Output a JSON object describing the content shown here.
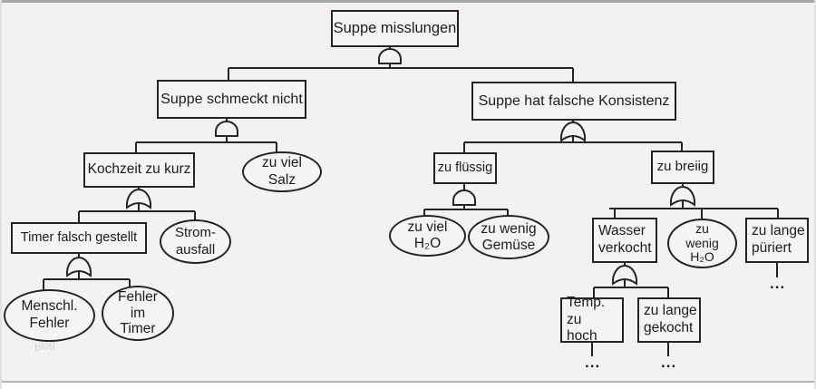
{
  "diagram": {
    "nodes": {
      "root": {
        "label": "Suppe misslungen"
      },
      "schmeckt_nicht": {
        "label": "Suppe schmeckt nicht"
      },
      "konsistenz": {
        "label": "Suppe hat falsche Konsistenz"
      },
      "kochzeit_zu_kurz": {
        "label": "Kochzeit zu kurz"
      },
      "zu_viel_salz": {
        "label": "zu viel\nSalz"
      },
      "timer_falsch_gestellt": {
        "label": "Timer falsch gestellt"
      },
      "stromausfall": {
        "label": "Strom-\nausfall"
      },
      "menschl_fehler": {
        "label": "Menschl.\nFehler"
      },
      "fehler_im_timer": {
        "label": "Fehler\nim\nTimer"
      },
      "zu_fluessig": {
        "label": "zu flüssig"
      },
      "zu_viel_h2o": {
        "label": "zu viel\nH₂O"
      },
      "zu_wenig_gemuese": {
        "label": "zu wenig\nGemüse"
      },
      "zu_breiig": {
        "label": "zu breiig"
      },
      "wasser_verkocht": {
        "label": "Wasser\nverkocht"
      },
      "zu_wenig_h2o": {
        "label": "zu\nwenig\nH₂O"
      },
      "zu_lange_pueriert": {
        "label": "zu lange\npüriert"
      },
      "temp_zu_hoch": {
        "label": "Temp. zu\nhoch"
      },
      "zu_lange_gekocht": {
        "label": "zu lange\ngekocht"
      }
    },
    "gates": [
      {
        "under": "Suppe misslungen",
        "type": "and"
      },
      {
        "under": "Suppe schmeckt nicht",
        "type": "and"
      },
      {
        "under": "Suppe hat falsche Konsistenz",
        "type": "or"
      },
      {
        "under": "Kochzeit zu kurz",
        "type": "or"
      },
      {
        "under": "Timer falsch gestellt",
        "type": "or"
      },
      {
        "under": "zu flüssig",
        "type": "and"
      },
      {
        "under": "zu breiig",
        "type": "or"
      },
      {
        "under": "Wasser verkocht",
        "type": "or"
      }
    ],
    "ellipsis": "...",
    "watermark": "blog",
    "colors": {
      "line": "#242424",
      "background": "#f3f2f0",
      "node_fill": "#f5f4f2",
      "frame_gray": "#a8a8a8"
    }
  }
}
